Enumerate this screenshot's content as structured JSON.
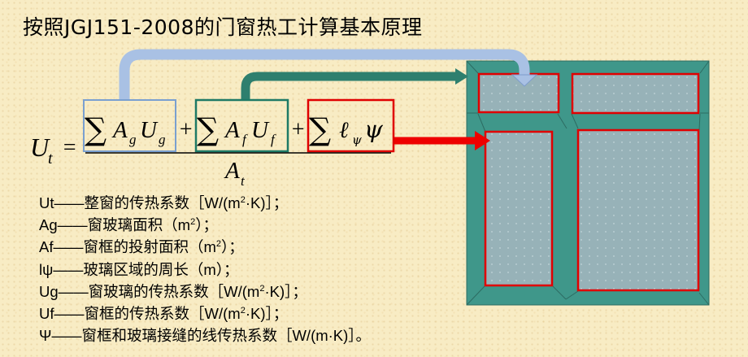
{
  "title": "按照JGJ151-2008的门窗热工计算基本原理",
  "formula": {
    "lhs": "U",
    "lhs_sub": "t",
    "equals": "=",
    "term_glass": {
      "sum": "∑",
      "A": "A",
      "A_sub": "g",
      "U": "U",
      "U_sub": "g"
    },
    "plus1": "+",
    "term_frame": {
      "sum": "∑",
      "A": "A",
      "A_sub": "f",
      "U": "U",
      "U_sub": "f"
    },
    "plus2": "+",
    "term_joint": {
      "sum": "∑",
      "l": "ℓ",
      "l_sub": "ψ",
      "psi": "ψ"
    },
    "denominator": "A",
    "denominator_sub": "t"
  },
  "definitions": [
    {
      "symbol": "Ut",
      "text": "——整窗的传热系数［W/(m",
      "sup": "2",
      "tail": "·K)］；"
    },
    {
      "symbol": "Ag",
      "text": "——窗玻璃面积（m",
      "sup": "2",
      "tail": "）；"
    },
    {
      "symbol": "Af",
      "text": "——窗框的投射面积（m",
      "sup": "2",
      "tail": "）；"
    },
    {
      "symbol": "lψ",
      "text": "——玻璃区域的周长（m）；",
      "sup": "",
      "tail": ""
    },
    {
      "symbol": "Ug",
      "text": "——窗玻璃的传热系数［W/(m",
      "sup": "2",
      "tail": "·K)］；"
    },
    {
      "symbol": "Uf",
      "text": "——窗框的传热系数［W/(m",
      "sup": "2",
      "tail": "·K)］；"
    },
    {
      "symbol": "Ψ",
      "text": "——窗框和玻璃接缝的线传热系数［W/(m·K)］。",
      "sup": "",
      "tail": ""
    }
  ],
  "colors": {
    "glass_box": "#7aa0d0",
    "frame_box": "#1e7a66",
    "joint_box": "#e00000",
    "window_frame": "#3f978a",
    "window_glass": "#97b2b8",
    "arrow_blue": "#a9c1e4",
    "arrow_green": "#2e7f6e",
    "arrow_red": "#ee0000"
  }
}
